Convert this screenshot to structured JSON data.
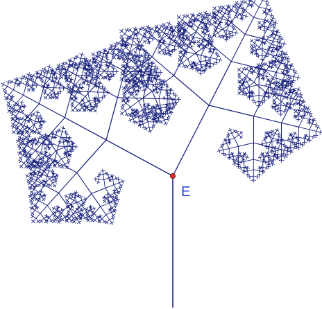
{
  "diagram": {
    "point_label": "E",
    "colors": {
      "background": "#ffffff",
      "branch": "#1a237e",
      "point": "#d32f2f",
      "point_stroke": "#7f0000",
      "label": "#2b3fd4"
    },
    "fractal": {
      "type": "fractal-tree",
      "depth": 8,
      "branches_per_node": 3,
      "shrink_ratio": 0.5
    }
  }
}
